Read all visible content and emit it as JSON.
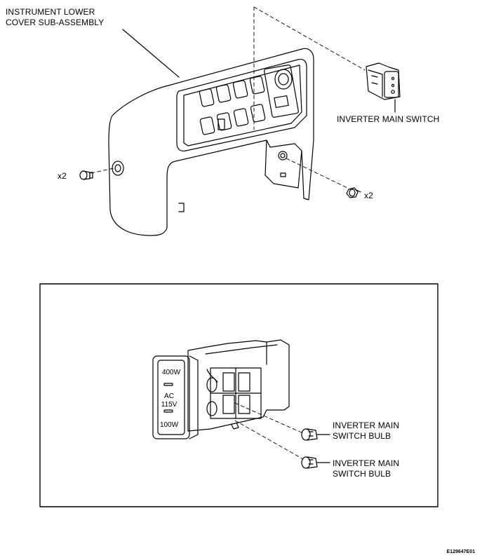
{
  "labels": {
    "instrument_cover_line1": "INSTRUMENT LOWER",
    "instrument_cover_line2": "COVER SUB-ASSEMBLY",
    "inverter_switch": "INVERTER MAIN SWITCH",
    "qty_left": "x2",
    "qty_right": "x2",
    "bulb1_line1": "INVERTER MAIN",
    "bulb1_line2": "SWITCH BULB",
    "bulb2_line1": "INVERTER MAIN",
    "bulb2_line2": "SWITCH BULB"
  },
  "switch_face": {
    "top": "400W",
    "middle1": "AC",
    "middle2": "115V",
    "bottom": "100W"
  },
  "figure_code": "E129647E01"
}
